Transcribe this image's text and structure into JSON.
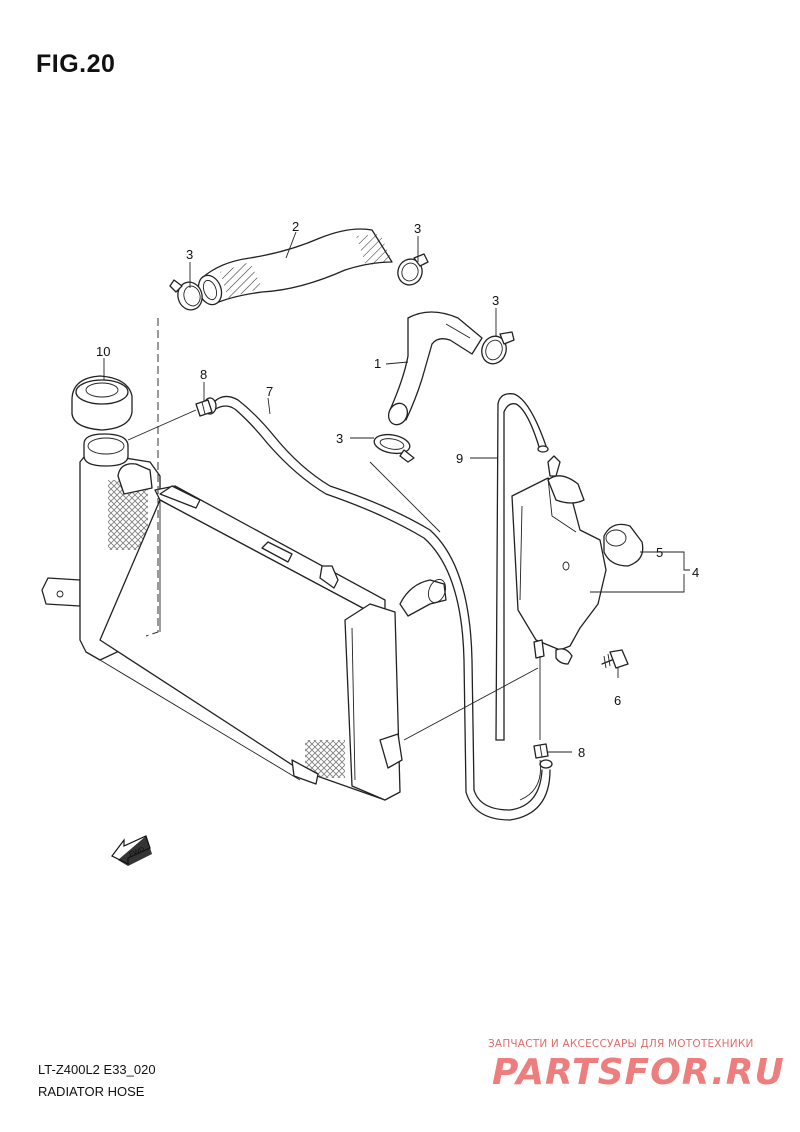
{
  "figure": {
    "title": "FIG.20",
    "code": "LT-Z400L2 E33_020",
    "name": "RADIATOR HOSE"
  },
  "callouts": {
    "c1": "1",
    "c2": "2",
    "c3a": "3",
    "c3b": "3",
    "c3c": "3",
    "c3d": "3",
    "c4": "4",
    "c5": "5",
    "c6": "6",
    "c7": "7",
    "c8a": "8",
    "c8b": "8",
    "c9": "9",
    "c10": "10"
  },
  "fwd_label": "FWD",
  "watermark": {
    "tagline": "ЗАПЧАСТИ И АКСЕССУАРЫ ДЛЯ МОТОТЕХНИКИ",
    "logo": "PARTSFOR.RU"
  }
}
